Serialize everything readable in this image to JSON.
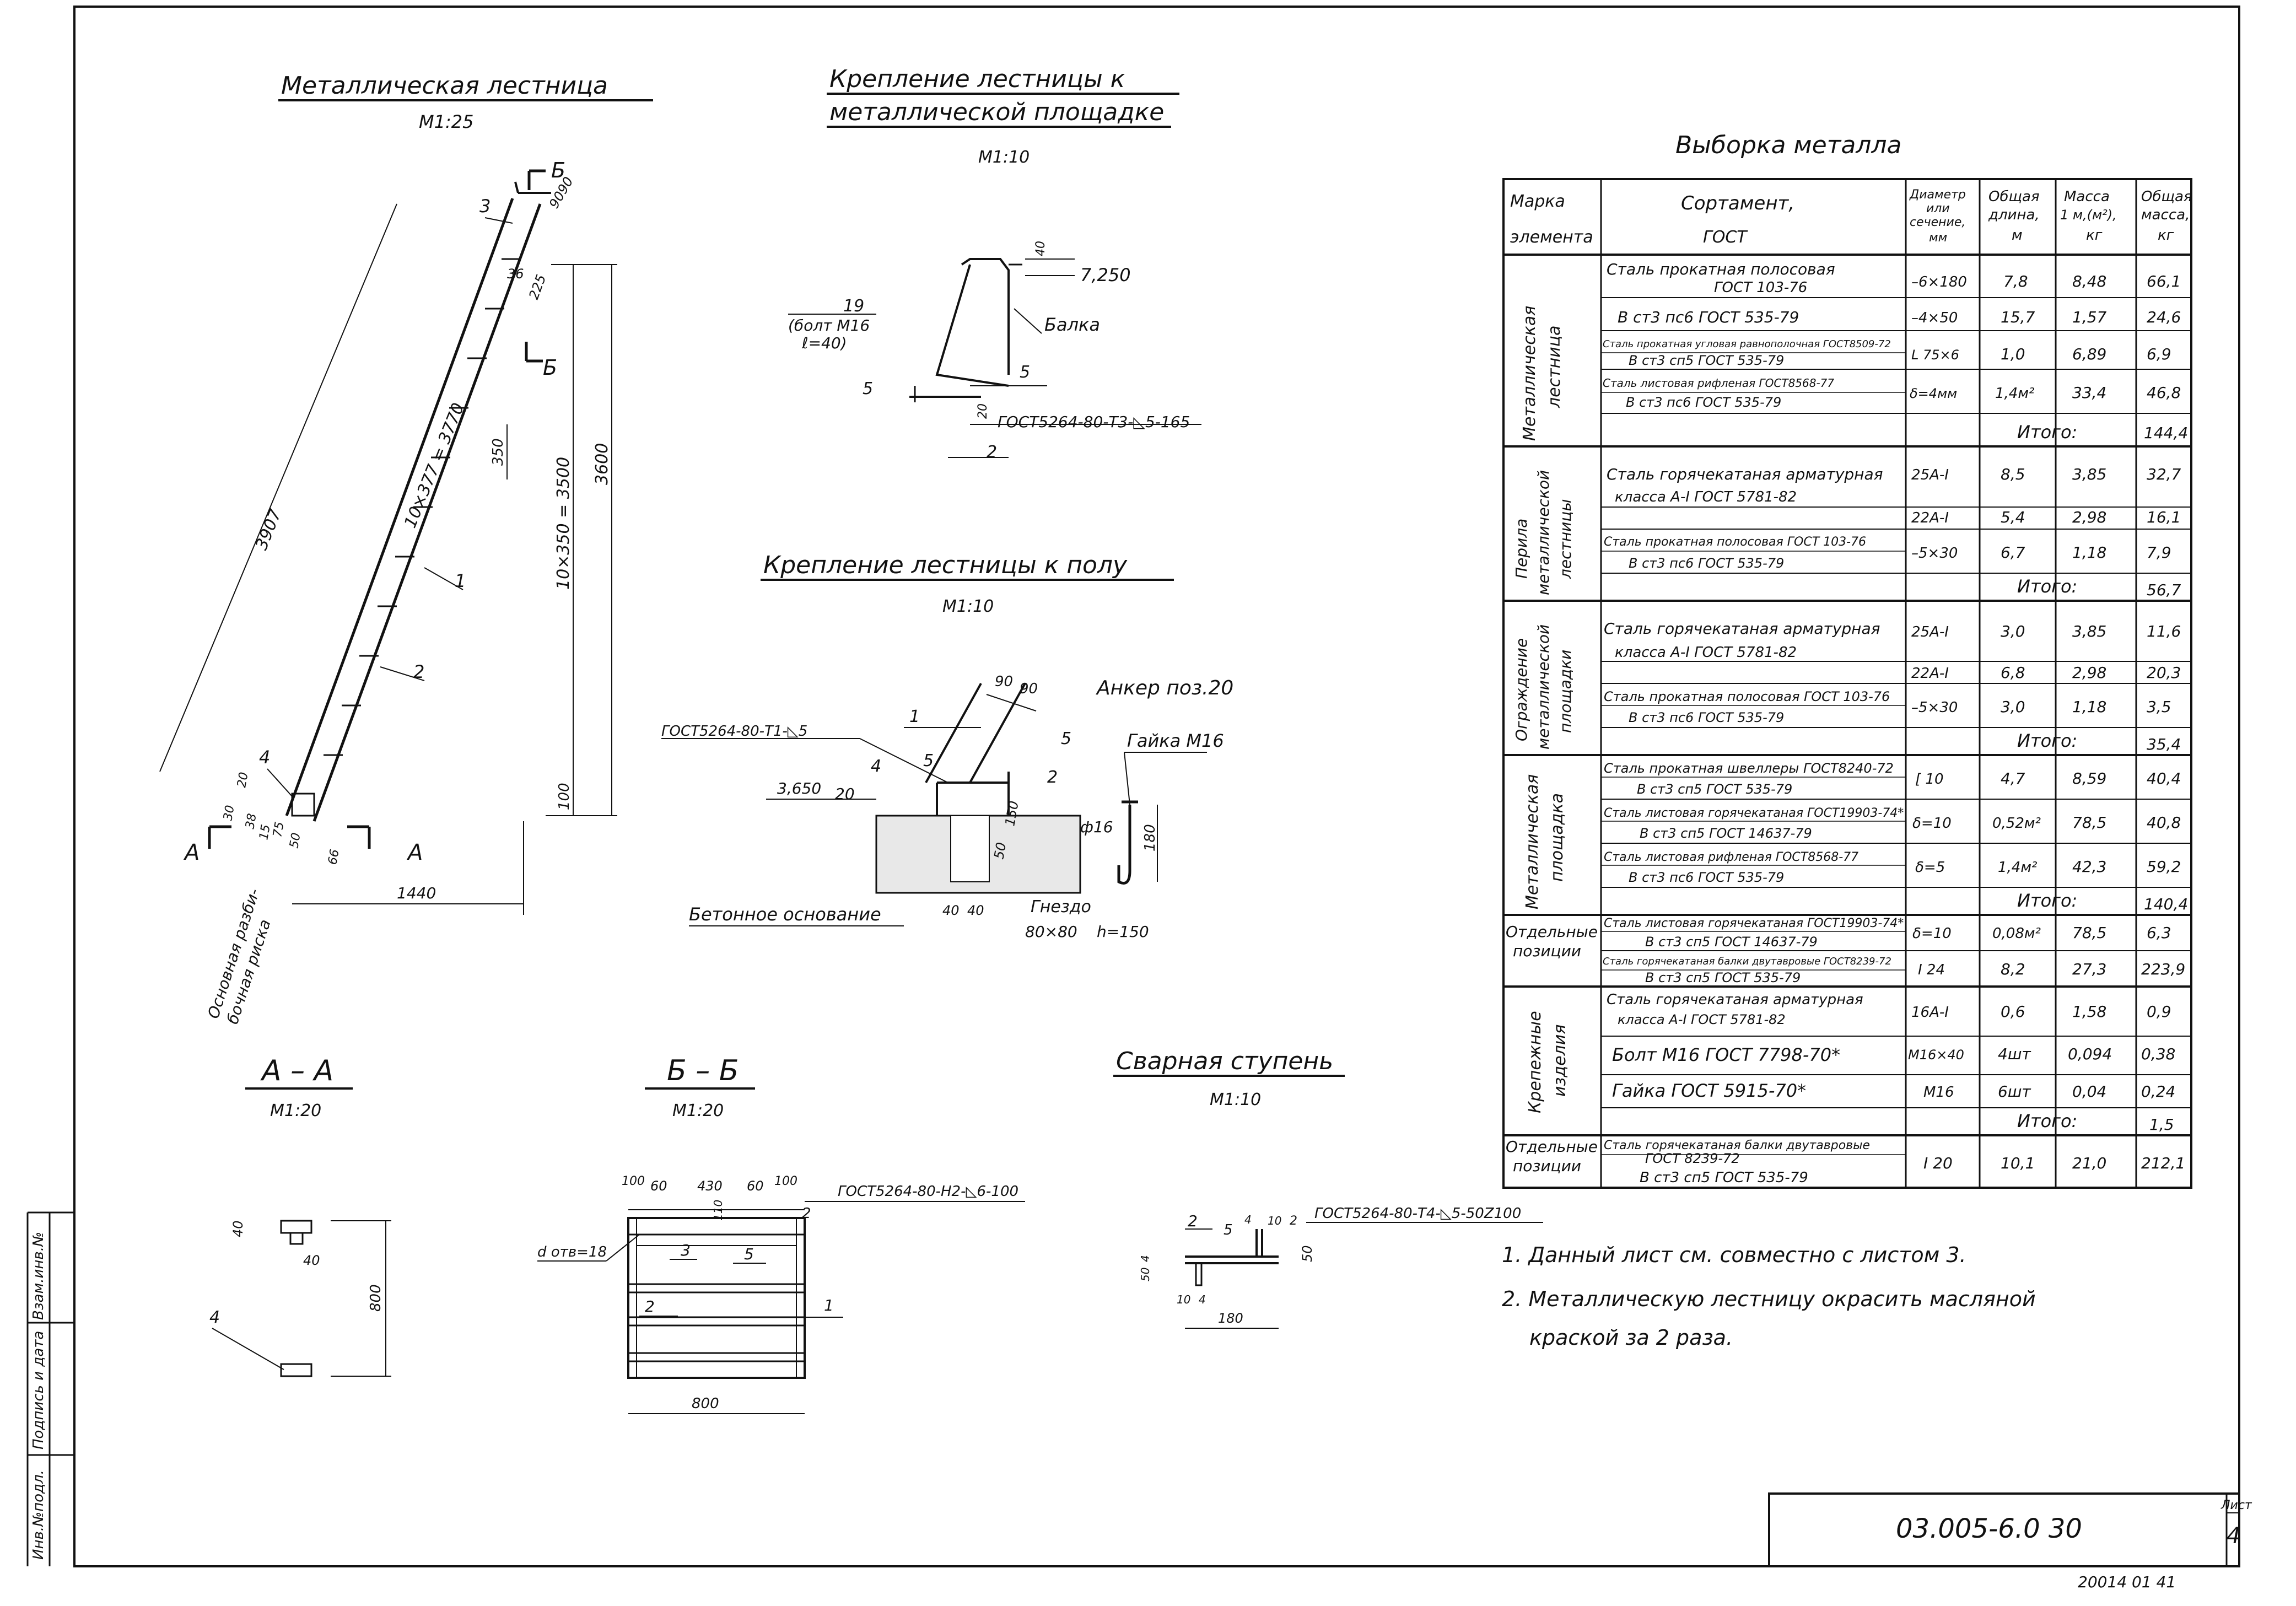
{
  "drawings": {
    "ladder": {
      "title": "Металлическая лестница",
      "scale": "М1:25",
      "dims": {
        "d3907": "3907",
        "d10x377": "10×377 = 3770",
        "d10x350": "10×350 = 3500",
        "d3600": "3600",
        "d1440": "1440",
        "d350": "350",
        "d9090": "9090",
        "d36": "36",
        "d225": "225",
        "d100": "100",
        "d30": "30",
        "d20": "20",
        "d38": "38",
        "d75": "75",
        "d15": "15",
        "d50": "50",
        "d66": "66"
      },
      "labels": {
        "p1": "1",
        "p2": "2",
        "p3": "3",
        "p4": "4",
        "secB": "Б",
        "secA": "А",
        "axis_note": "Основная разби-",
        "axis_note2": "бочная риска"
      }
    },
    "platform_fix": {
      "title_line1": "Крепление лестницы к",
      "title_line2": "металлической площадке",
      "scale": "М1:10",
      "labels": {
        "n19": "19",
        "bolt": "(болт М16",
        "bolt2": "ℓ=40)",
        "balka": "Балка",
        "n5a": "5",
        "n5b": "5",
        "n2": "2",
        "n20": "20",
        "n40": "40",
        "elev": "7,250",
        "weld": "ГОСТ5264-80-Т3-◺5-165"
      }
    },
    "floor_fix": {
      "title": "Крепление лестницы к полу",
      "scale": "М1:10",
      "labels": {
        "weld": "ГОСТ5264-80-Т1-◺5",
        "n1": "1",
        "n4": "4",
        "n5": "5",
        "n20": "20",
        "n2": "2",
        "n90a": "90",
        "n90b": "90",
        "n5b": "5",
        "elev": "3,650",
        "base": "Бетонное основание",
        "n40a": "40",
        "n40b": "40",
        "n50": "50",
        "n150": "150",
        "nest": "Гнездо",
        "nest_size": "80×80",
        "nest_h": "h=150"
      }
    },
    "anchor": {
      "title": "Анкер поз.20",
      "nut": "Гайка М16",
      "dia": "ф16",
      "len": "180"
    },
    "sec_aa": {
      "title": "А – А",
      "scale": "М1:20",
      "n40a": "40",
      "n40b": "40",
      "n800": "800",
      "n4": "4"
    },
    "sec_bb": {
      "title": "Б – Б",
      "scale": "М1:20",
      "dims": {
        "n100a": "100",
        "n60a": "60",
        "n430": "430",
        "n60b": "60",
        "n100b": "100",
        "n110": "110",
        "n800": "800"
      },
      "labels": {
        "weld": "ГОСТ5264-80-Н2-◺6-100",
        "n2": "2",
        "n3": "3",
        "n5": "5",
        "n2b": "2",
        "n1": "1",
        "hole": "d отв=18"
      }
    },
    "step": {
      "title": "Сварная ступень",
      "scale": "М1:10",
      "labels": {
        "weld": "ГОСТ5264-80-Т4-◺5-50Z100",
        "n2": "2",
        "n5": "5",
        "n4a": "4",
        "n10": "10",
        "n2b": "2",
        "n50a": "50",
        "n4b": "4",
        "n10b": "10",
        "n4c": "4",
        "n50b": "50",
        "n180": "180"
      }
    }
  },
  "table": {
    "title": "Выборка металла",
    "headers": {
      "mark_line1": "Марка",
      "mark_line2": "элемента",
      "sort_line1": "Сортамент,",
      "sort_line2": "ГОСТ",
      "diam_line1": "Диаметр",
      "diam_line2": "или",
      "diam_line3": "сечение,",
      "diam_line4": "мм",
      "len_line1": "Общая",
      "len_line2": "длина,",
      "len_line3": "м",
      "mass1_line1": "Масса",
      "mass1_line2": "1 м,(м²),",
      "mass1_line3": "кг",
      "tot_line1": "Общая",
      "tot_line2": "масса,",
      "tot_line3": "кг"
    },
    "groups": [
      {
        "name": "Металлическая лестница",
        "rows": [
          {
            "sort1": "Сталь прокатная полосовая",
            "sort2": "ГОСТ 103-76",
            "diam": "",
            "len": "",
            "m1": "",
            "tot": ""
          },
          {
            "sort1": "В ст3 пс6 ГОСТ 535-79",
            "sort2": "",
            "diam": "",
            "len": "",
            "m1": "",
            "tot": ""
          }
        ]
      }
    ],
    "rows": [
      {
        "sort1": "Сталь прокатная полосовая",
        "sort2": "ГОСТ 103-76",
        "sort3": "",
        "diam": "–6×180",
        "len": "7,8",
        "m1": "8,48",
        "tot": "66,1"
      },
      {
        "sort1": "В ст3 пс6   ГОСТ 535-79",
        "sort2": "",
        "sort3": "",
        "diam": "–4×50",
        "len": "15,7",
        "m1": "1,57",
        "tot": "24,6"
      },
      {
        "sort1": "Сталь прокатная угловая равнополочная ГОСТ8509-72",
        "sort2": "В ст3 сп5   ГОСТ 535-79",
        "sort3": "",
        "diam": "L 75×6",
        "len": "1,0",
        "m1": "6,89",
        "tot": "6,9"
      },
      {
        "sort1": "Сталь листовая рифленая ГОСТ8568-77",
        "sort2": "В ст3 пс6   ГОСТ 535-79",
        "sort3": "",
        "diam": "δ=4мм",
        "len": "1,4м²",
        "m1": "33,4",
        "tot": "46,8"
      },
      {
        "total_label": "Итого:",
        "tot": "144,4"
      },
      {
        "sort1": "Сталь горячекатаная арматурная",
        "sort2": "класса А-I   ГОСТ 5781-82",
        "sort3": "",
        "diam": "25А-I",
        "len": "8,5",
        "m1": "3,85",
        "tot": "32,7"
      },
      {
        "sort1": "",
        "sort2": "",
        "sort3": "",
        "diam": "22А-I",
        "len": "5,4",
        "m1": "2,98",
        "tot": "16,1"
      },
      {
        "sort1": "Сталь прокатная полосовая ГОСТ 103-76",
        "sort2": "В ст3 пс6   ГОСТ 535-79",
        "sort3": "",
        "diam": "–5×30",
        "len": "6,7",
        "m1": "1,18",
        "tot": "7,9"
      },
      {
        "total_label": "Итого:",
        "tot": "56,7"
      },
      {
        "sort1": "Сталь горячекатаная арматурная",
        "sort2": "класса А-I   ГОСТ 5781-82",
        "sort3": "",
        "diam": "25А-I",
        "len": "3,0",
        "m1": "3,85",
        "tot": "11,6"
      },
      {
        "sort1": "",
        "sort2": "",
        "sort3": "",
        "diam": "22А-I",
        "len": "6,8",
        "m1": "2,98",
        "tot": "20,3"
      },
      {
        "sort1": "Сталь прокатная полосовая ГОСТ 103-76",
        "sort2": "В ст3 пс6   ГОСТ 535-79",
        "sort3": "",
        "diam": "–5×30",
        "len": "3,0",
        "m1": "1,18",
        "tot": "3,5"
      },
      {
        "total_label": "Итого:",
        "tot": "35,4"
      },
      {
        "sort1": "Сталь прокатная швеллеры ГОСТ8240-72",
        "sort2": "В ст3 сп5   ГОСТ 535-79",
        "sort3": "",
        "diam": "[ 10",
        "len": "4,7",
        "m1": "8,59",
        "tot": "40,4"
      },
      {
        "sort1": "Сталь листовая горячекатаная ГОСТ19903-74*",
        "sort2": "В ст3 сп5   ГОСТ 14637-79",
        "sort3": "",
        "diam": "δ=10",
        "len": "0,52м²",
        "m1": "78,5",
        "tot": "40,8"
      },
      {
        "sort1": "Сталь листовая рифленая ГОСТ8568-77",
        "sort2": "В ст3 пс6   ГОСТ 535-79",
        "sort3": "",
        "diam": "δ=5",
        "len": "1,4м²",
        "m1": "42,3",
        "tot": "59,2"
      },
      {
        "total_label": "Итого:",
        "tot": "140,4"
      },
      {
        "sort1": "Сталь листовая горячекатаная ГОСТ19903-74*",
        "sort2": "В ст3 сп5   ГОСТ 14637-79",
        "sort3": "",
        "diam": "δ=10",
        "len": "0,08м²",
        "m1": "78,5",
        "tot": "6,3"
      },
      {
        "sort1": "Сталь горячекатаная балки двутавровые ГОСТ8239-72",
        "sort2": "В ст3 сп5   ГОСТ 535-79",
        "sort3": "",
        "diam": "I 24",
        "len": "8,2",
        "m1": "27,3",
        "tot": "223,9"
      },
      {
        "sort1": "Сталь горячекатаная арматурная",
        "sort2": "класса А-I   ГОСТ 5781-82",
        "sort3": "",
        "diam": "16А-I",
        "len": "0,6",
        "m1": "1,58",
        "tot": "0,9"
      },
      {
        "sort1": "Болт  М16   ГОСТ 7798-70*",
        "sort2": "",
        "sort3": "",
        "diam": "М16×40",
        "len": "4шт",
        "m1": "0,094",
        "tot": "0,38"
      },
      {
        "sort1": "Гайка        ГОСТ 5915-70*",
        "sort2": "",
        "sort3": "",
        "diam": "М16",
        "len": "6шт",
        "m1": "0,04",
        "tot": "0,24"
      },
      {
        "total_label": "Итого:",
        "tot": "1,5"
      },
      {
        "sort1": "Сталь горячекатаная балки двутавровые",
        "sort2": "ГОСТ 8239-72",
        "sort3": "В ст3 сп5  ГОСТ 535-79",
        "diam": "I 20",
        "len": "10,1",
        "m1": "21,0",
        "tot": "212,1"
      }
    ],
    "group_labels": [
      {
        "line1": "Металлическая",
        "line2": "лестница"
      },
      {
        "line1": "Перила",
        "line2": "металлической",
        "line3": "лестницы"
      },
      {
        "line1": "Ограждение",
        "line2": "металлической",
        "line3": "площадки"
      },
      {
        "line1": "Металлическая",
        "line2": "площадка"
      },
      {
        "line1": "Отдельные",
        "line2": "позиции"
      },
      {
        "line1": "Крепежные",
        "line2": "изделия"
      },
      {
        "line1": "Отдельные",
        "line2": "позиции"
      }
    ]
  },
  "notes": {
    "n1": "1. Данный лист    см. совместно  с листом 3.",
    "n2": "2. Металлическую лестницу окрасить масляной",
    "n3": "краской за 2 раза."
  },
  "side_stamp": {
    "a": "Инв.№подл.",
    "b": "Подпись и дата",
    "c": "Взам.инв.№"
  },
  "title_block": {
    "code": "03.005-6.0  30",
    "sheet_label": "Лист",
    "sheet_no": "4",
    "archive": "20014 01    41"
  }
}
